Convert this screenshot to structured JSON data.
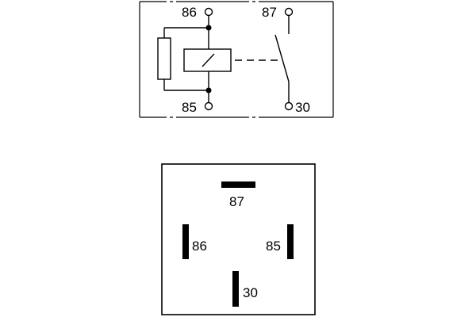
{
  "schematic": {
    "pins": {
      "p86": "86",
      "p87": "87",
      "p85": "85",
      "p30": "30"
    }
  },
  "footprint": {
    "pins": {
      "p87": "87",
      "p86": "86",
      "p85": "85",
      "p30": "30"
    }
  },
  "colors": {
    "ink": "#000000",
    "background": "#ffffff"
  }
}
